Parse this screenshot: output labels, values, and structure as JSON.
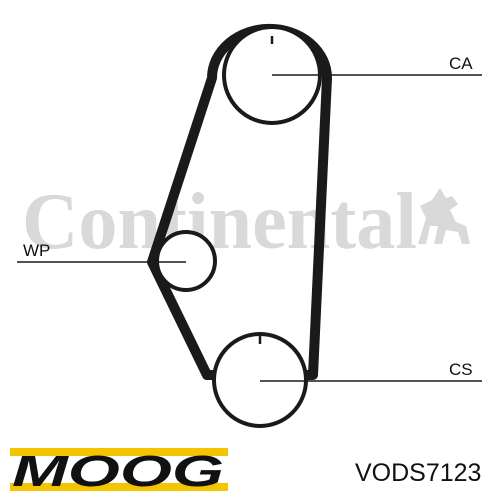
{
  "watermark": {
    "text": "Continental"
  },
  "labels": {
    "ca": "CA",
    "wp": "WP",
    "cs": "CS"
  },
  "brand": {
    "name": "MOOG"
  },
  "part_number": "VODS7123",
  "colors": {
    "belt": "#1a1a1a",
    "watermark": "#d9d9d9",
    "brand_yellow": "#f5c400",
    "text": "#111111"
  }
}
